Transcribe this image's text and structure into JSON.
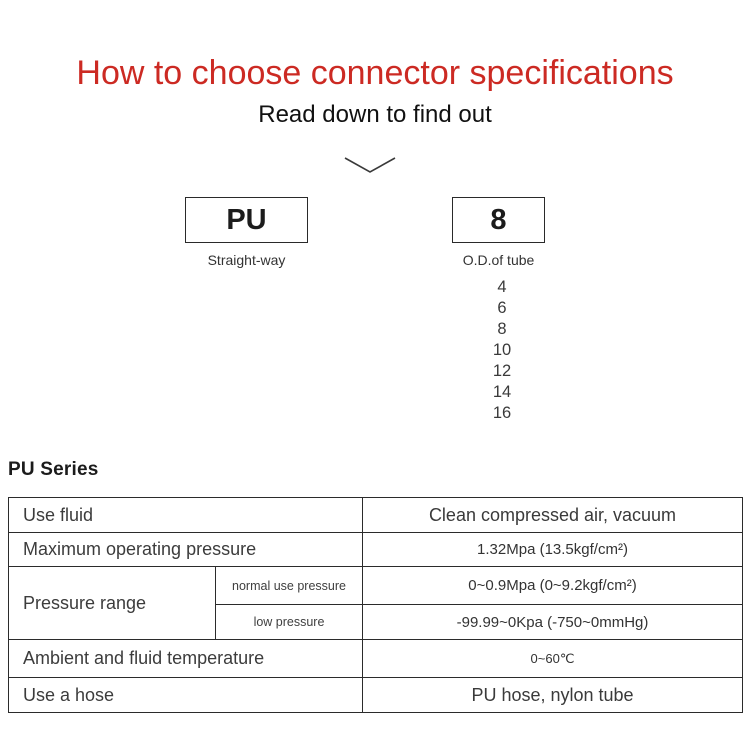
{
  "page": {
    "title": "How to choose connector specifications",
    "subtitle": "Read down to find out"
  },
  "selector": {
    "series_code": "PU",
    "series_code_label": "Straight-way",
    "size_code": "8",
    "size_code_label": "O.D.of tube",
    "size_options": [
      "4",
      "6",
      "8",
      "10",
      "12",
      "14",
      "16"
    ]
  },
  "series_section": {
    "heading": "PU Series"
  },
  "spec_table": {
    "rows": {
      "use_fluid": {
        "label": "Use fluid",
        "value": "Clean compressed air, vacuum"
      },
      "max_pressure": {
        "label": "Maximum operating pressure",
        "value": "1.32Mpa (13.5kgf/cm²)"
      },
      "pressure_range": {
        "label": "Pressure range",
        "normal": {
          "label": "normal use pressure",
          "value": "0~0.9Mpa (0~9.2kgf/cm²)"
        },
        "low": {
          "label": "low pressure",
          "value": "-99.99~0Kpa (-750~0mmHg)"
        }
      },
      "temperature": {
        "label": "Ambient and fluid temperature",
        "value": "0~60℃"
      },
      "hose": {
        "label": "Use a hose",
        "value": "PU hose, nylon tube"
      }
    }
  },
  "colors": {
    "accent_red": "#cc2a23",
    "row_beige": "#f6eee0",
    "table_border": "#2b2b2b"
  }
}
